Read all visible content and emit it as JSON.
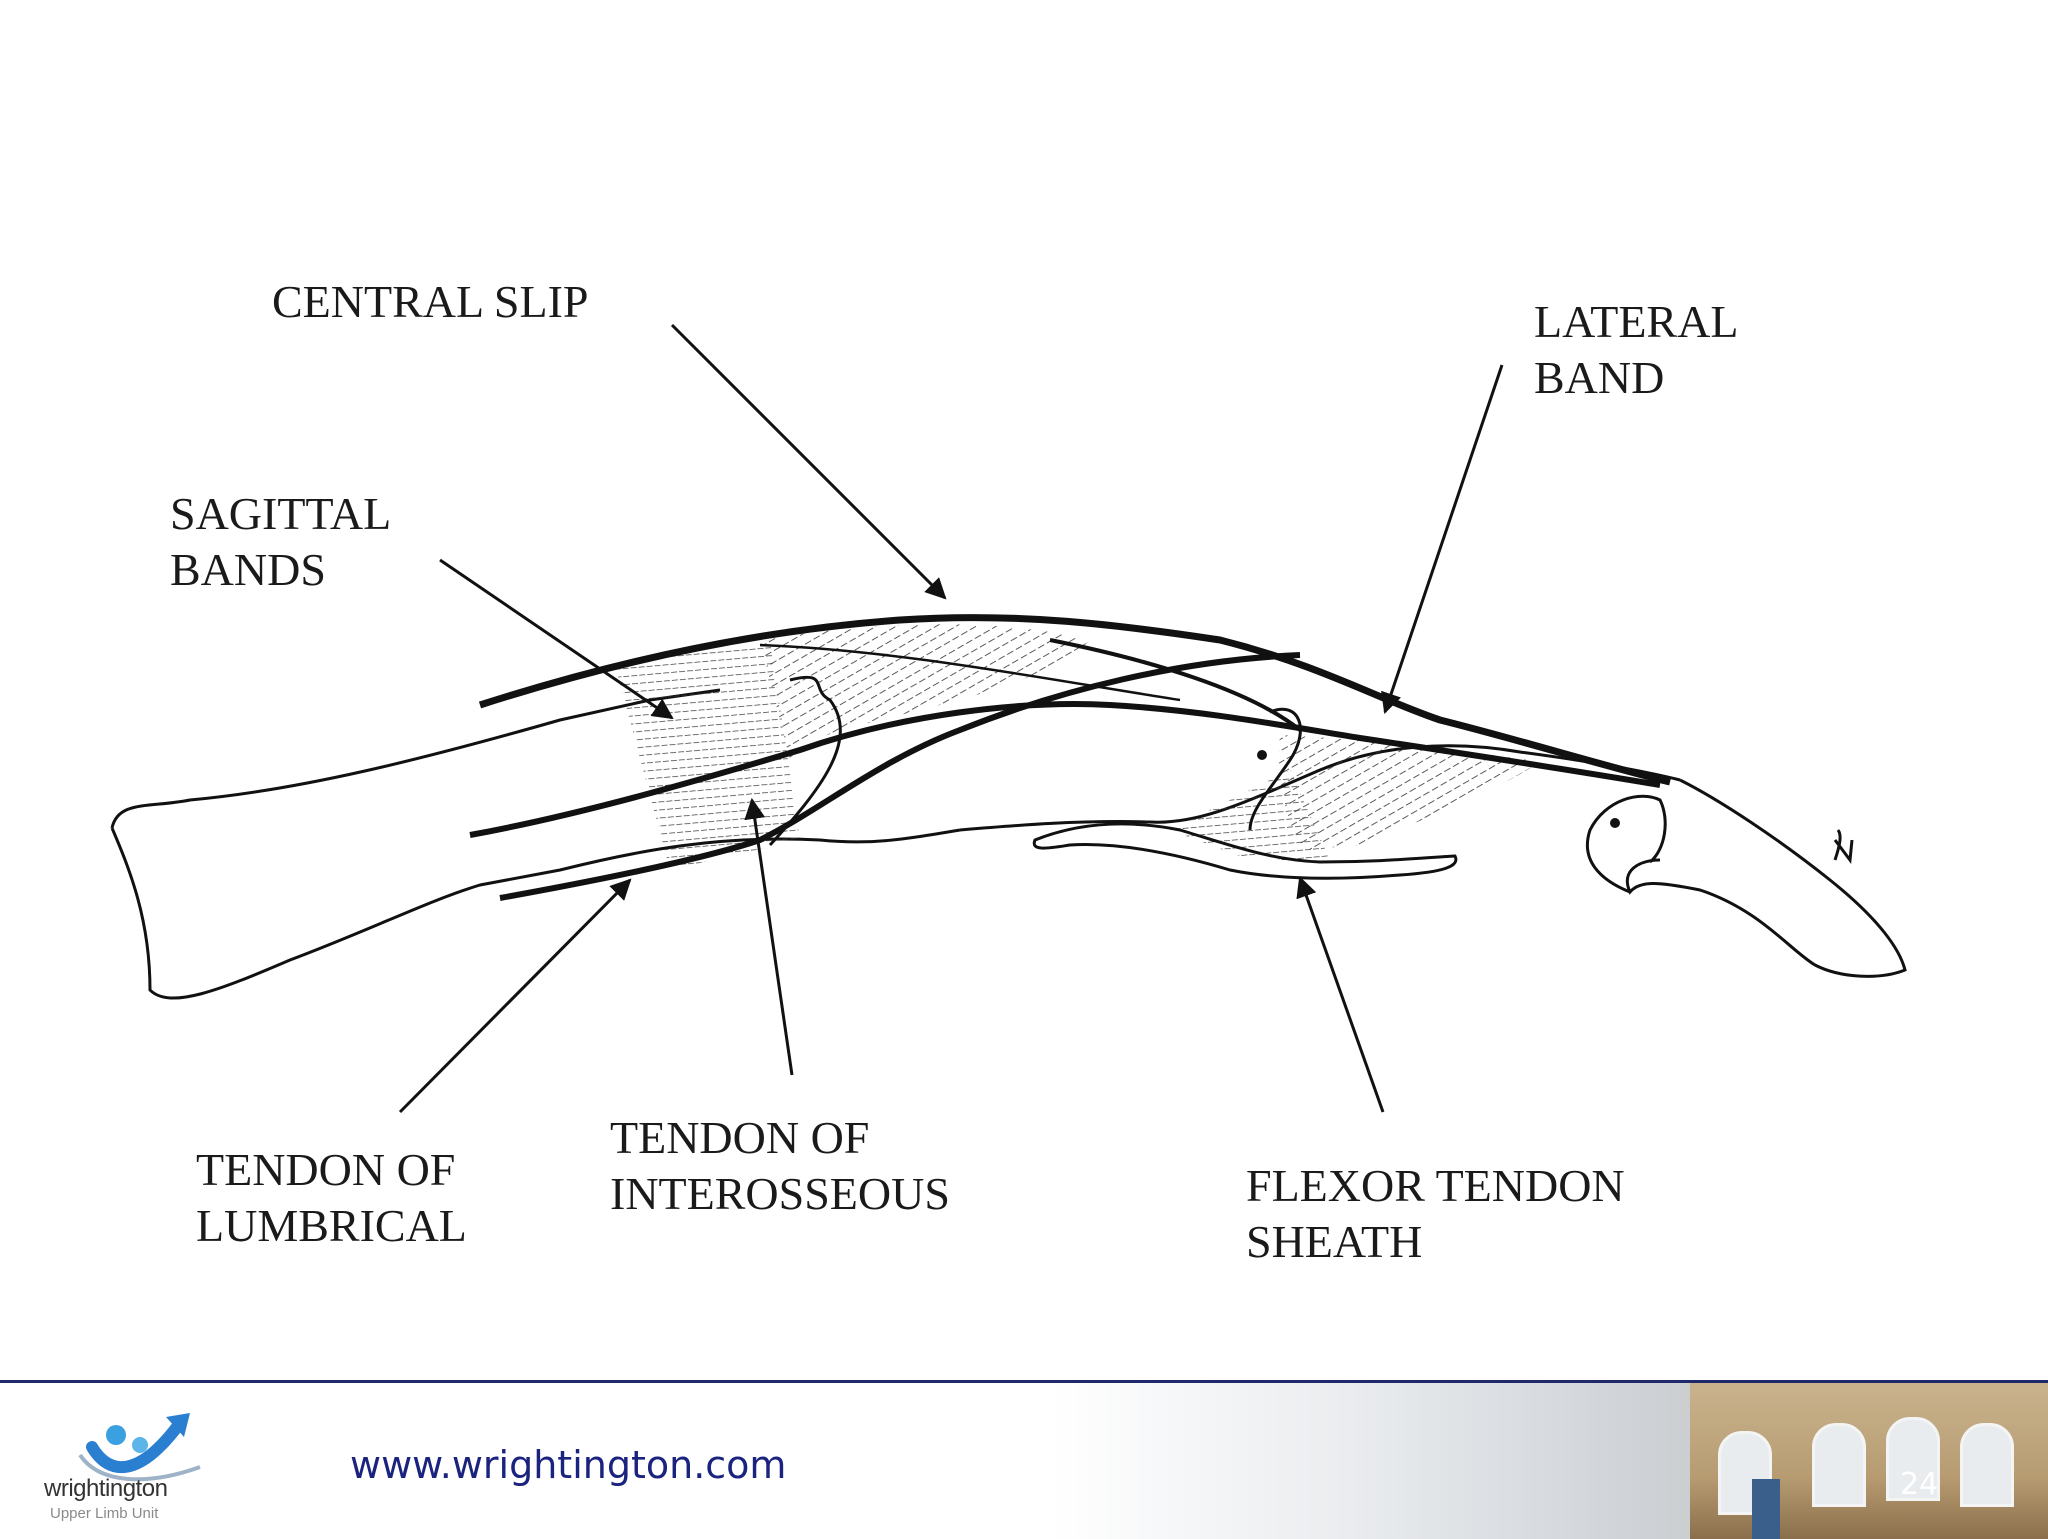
{
  "labels": {
    "central_slip": [
      "CENTRAL SLIP"
    ],
    "lateral_band": [
      "LATERAL",
      "BAND"
    ],
    "sagittal_bands": [
      "SAGITTAL",
      "BANDS"
    ],
    "tendon_of_lumbrical": [
      "TENDON OF",
      "LUMBRICAL"
    ],
    "tendon_of_interosseous": [
      "TENDON OF",
      "INTEROSSEOUS"
    ],
    "flexor_tendon_sheath": [
      "FLEXOR TENDON",
      "SHEATH"
    ]
  },
  "footer": {
    "logo_name": "wrightington",
    "logo_subtitle": "Upper Limb Unit",
    "url": "www.wrightington.com",
    "page_number": "24"
  },
  "colors": {
    "footer_rule": "#1f2a6b",
    "url_text": "#1a237e",
    "logo_blue": "#2a7fd0"
  }
}
